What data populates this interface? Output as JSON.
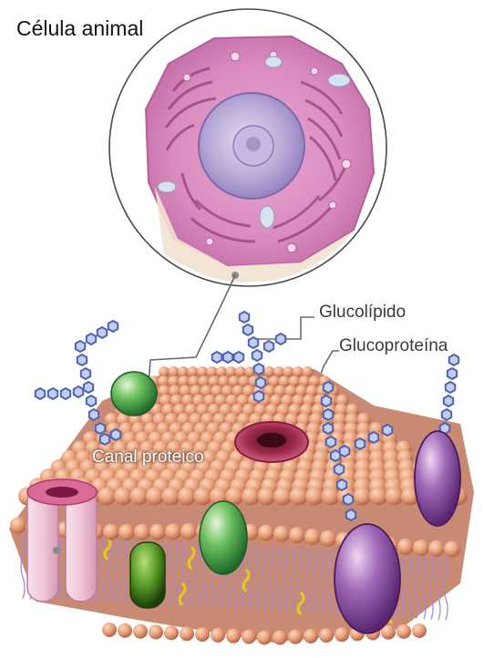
{
  "title": "Célula animal",
  "labels": {
    "glycolipid": "Glucolípido",
    "glycoprotein": "Glucoproteína",
    "protein_channel": "Canal proteico"
  },
  "colors": {
    "phospholipid_head": "#e8a27c",
    "phospholipid_shadow": "#b8654a",
    "cytoplasm": "#d98bbf",
    "nucleus": "#b9a9d6",
    "glycan": "#6f86c9",
    "protein_green": "#3f9a45",
    "protein_purple": "#8a4a9e",
    "channel_pink": "#f0c7d8",
    "pore_ring": "#b23a5e"
  }
}
